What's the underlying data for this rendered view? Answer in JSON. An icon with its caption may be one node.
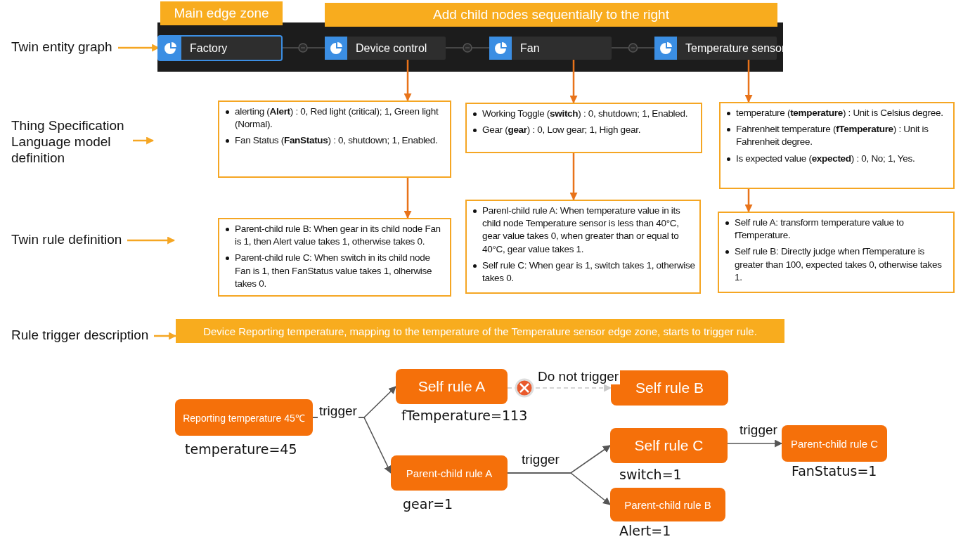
{
  "diagram": {
    "nodes": [
      {
        "text": [
          "Main edge zone"
        ]
      },
      {
        "text": [
          "Add child nodes sequentially to the right"
        ]
      },
      {
        "text": [
          "Twin entity graph"
        ]
      },
      {
        "text": [
          "Factory"
        ]
      },
      {
        "text": [
          "Device control"
        ]
      },
      {
        "text": [
          "Fan"
        ]
      },
      {
        "text": [
          "Temperature sensor"
        ]
      },
      {
        "text": [
          "Thing Specification Language model definition"
        ]
      },
      {
        "text": [
          "alerting (**Alert**) : 0, Red light (critical); 1, Green light (Normal).",
          "Fan Status (**FanStatus**) : 0, shutdown; 1, Enabled."
        ]
      },
      {
        "text": [
          "Working Toggle (**switch**) : 0, shutdown; 1, Enabled.",
          "Gear (**gear**) : 0, Low gear; 1, High gear."
        ]
      },
      {
        "text": [
          "temperature (**temperature**) : Unit is Celsius degree.",
          "Fahrenheit temperature (**fTemperature**) : Unit is Fahrenheit degree.",
          "Is expected value (**expected**) : 0, No; 1, Yes."
        ]
      },
      {
        "text": [
          "Twin rule definition"
        ]
      },
      {
        "text": [
          "Parent-child rule B: When gear in its child node Fan is 1, then Alert value takes 1, otherwise takes 0.",
          "Parent-child rule C: When switch in its child node Fan is 1, then FanStatus value takes 1, olherwise takes 0."
        ]
      },
      {
        "text": [
          "Parenl-child rule A: When temperature value in its child node Temperature sensor is less than 40°C, gear value takes 0, when greater than or equal to 40°C, gear value takes 1.",
          "Self rule C: When gear is 1, switch takes 1, otherwise takes 0."
        ]
      },
      {
        "text": [
          "Self rule A: transform temperature value to fTemperature.",
          "Self rule B: Directly judge when fTemperature is greater than 100, expected takes 0, otherwise takes 1."
        ]
      },
      {
        "text": [
          "Rule trigger description"
        ]
      },
      {
        "text": [
          "Device Reporting temperature, mapping to the temperature of the Temperature sensor edge zone, starts to trigger rule."
        ]
      },
      {
        "text": [
          "Reporting temperature 45℃"
        ],
        "beside": [
          "temperature=45"
        ]
      },
      {
        "text": [
          "Self rule A"
        ],
        "beside": [
          "fTemperature=113"
        ]
      },
      {
        "text": [
          "Parent-child rule A"
        ],
        "beside": [
          "gear=1"
        ]
      },
      {
        "text": [
          "Self rule B"
        ]
      },
      {
        "text": [
          "Self rule C"
        ],
        "beside": [
          "switch=1"
        ]
      },
      {
        "text": [
          "Parent-child rule B"
        ],
        "beside": [
          "Alert=1"
        ]
      },
      {
        "text": [
          "Parent-child rule C"
        ],
        "beside": [
          "FanStatus=1"
        ]
      }
    ],
    "edges": [
      {
        "from": 2,
        "to": 3,
        "arrow": "to",
        "color": "#f5a623"
      },
      {
        "from": 3,
        "to": 4,
        "arrow": "none",
        "color": "#555555"
      },
      {
        "from": 4,
        "to": 5,
        "arrow": "none",
        "color": "#555555"
      },
      {
        "from": 5,
        "to": 6,
        "arrow": "none",
        "color": "#555555"
      },
      {
        "from": 4,
        "to": 8,
        "arrow": "to",
        "color": "#e8731a"
      },
      {
        "from": 5,
        "to": 9,
        "arrow": "to",
        "color": "#e8731a"
      },
      {
        "from": 6,
        "to": 10,
        "arrow": "to",
        "color": "#e8731a"
      },
      {
        "from": 7,
        "to": null,
        "arrow": "to",
        "color": "#f5a623"
      },
      {
        "from": 8,
        "to": 12,
        "arrow": "to",
        "color": "#e8731a"
      },
      {
        "from": 9,
        "to": 13,
        "arrow": "to",
        "color": "#e8731a"
      },
      {
        "from": 10,
        "to": 14,
        "arrow": "to",
        "color": "#e8731a"
      },
      {
        "from": 11,
        "to": null,
        "arrow": "to",
        "color": "#f5a623"
      },
      {
        "from": 15,
        "to": 16,
        "arrow": "to",
        "color": "#f5a623"
      },
      {
        "from": 17,
        "to": 18,
        "arrow": "to",
        "label": "trigger",
        "color": "#555555"
      },
      {
        "from": 17,
        "to": 19,
        "arrow": "to",
        "color": "#555555"
      },
      {
        "from": 18,
        "to": 20,
        "arrow": "to",
        "label": "Do not trigger",
        "style": "dashed",
        "color": "#c8c8c8"
      },
      {
        "from": 19,
        "to": 21,
        "arrow": "to",
        "label": "trigger",
        "color": "#555555"
      },
      {
        "from": 19,
        "to": 22,
        "arrow": "to",
        "color": "#555555"
      },
      {
        "from": 21,
        "to": 23,
        "arrow": "to",
        "label": "trigger",
        "color": "#555555"
      }
    ]
  }
}
